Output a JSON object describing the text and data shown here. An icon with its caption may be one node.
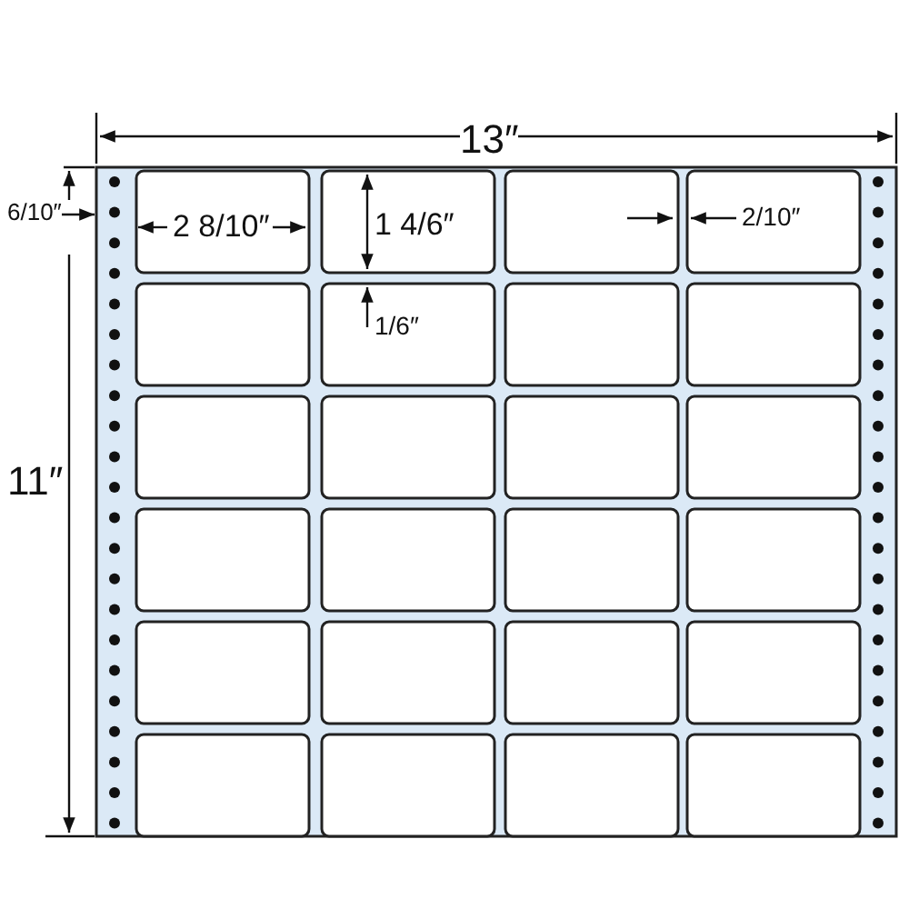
{
  "diagram": {
    "labels": [
      "13″",
      "6/10″",
      "2 8/10″",
      "1 4/6″",
      "2/10″",
      "1/6″",
      "11″"
    ]
  }
}
